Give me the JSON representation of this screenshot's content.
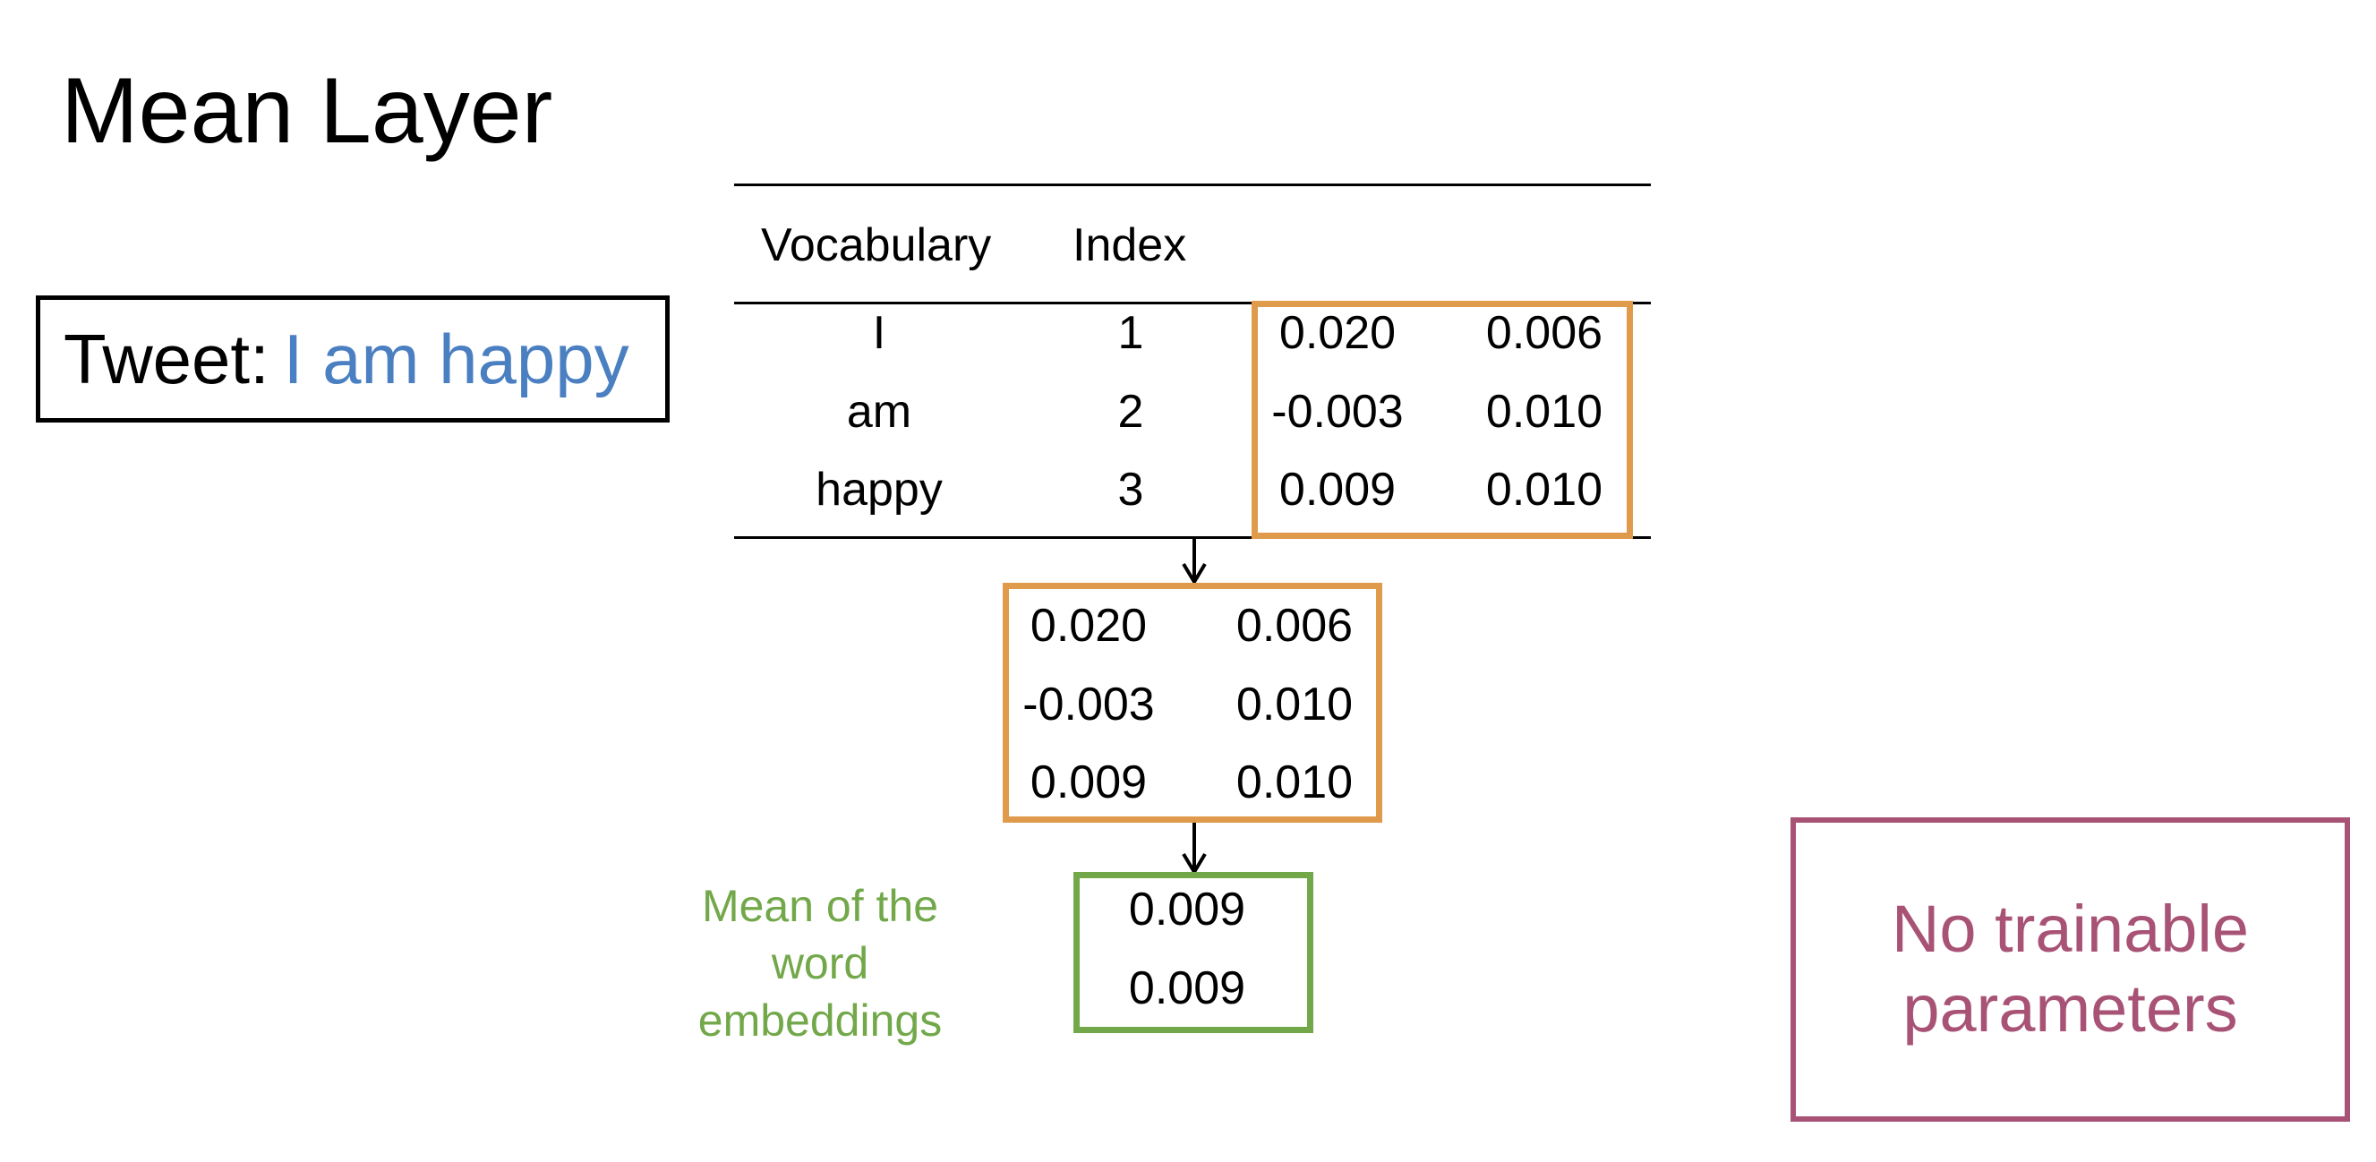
{
  "title": "Mean Layer",
  "tweet": {
    "prefix": "Tweet:",
    "text": "I am happy",
    "text_color": "#4a7fc1"
  },
  "table": {
    "headers": [
      "Vocabulary",
      "Index"
    ],
    "rows": [
      {
        "word": "I",
        "index": "1",
        "embedding": [
          "0.020",
          "0.006"
        ]
      },
      {
        "word": "am",
        "index": "2",
        "embedding": [
          "-0.003",
          "0.010"
        ]
      },
      {
        "word": "happy",
        "index": "3",
        "embedding": [
          "0.009",
          "0.010"
        ]
      }
    ]
  },
  "selected_embeddings": [
    [
      "0.020",
      "0.006"
    ],
    [
      "-0.003",
      "0.010"
    ],
    [
      "0.009",
      "0.010"
    ]
  ],
  "mean_vector": [
    "0.009",
    "0.009"
  ],
  "mean_label_lines": [
    "Mean of the",
    "word",
    "embeddings"
  ],
  "note_lines": [
    "No trainable",
    "parameters"
  ],
  "colors": {
    "orange": "#e09a4b",
    "green": "#72a84a",
    "purple": "#a85275"
  }
}
